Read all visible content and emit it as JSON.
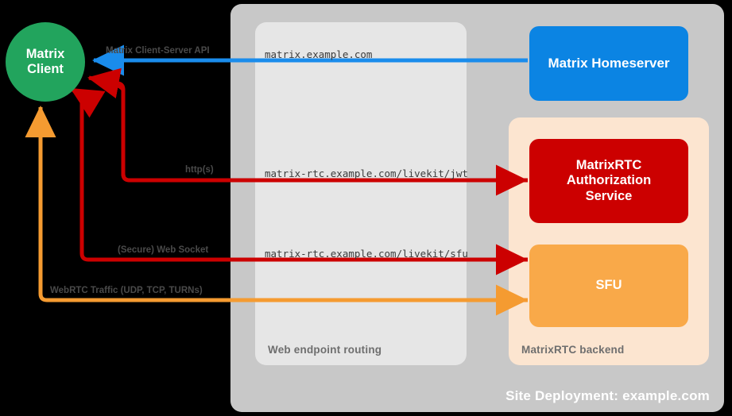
{
  "diagram": {
    "title": "Site Deployment: example.com",
    "background": "#000000"
  },
  "containers": {
    "site_deployment": {
      "label": "Site Deployment: example.com",
      "color": "#c8c8c8"
    },
    "web_endpoint_routing": {
      "label": "Web endpoint routing",
      "color": "#e6e6e6"
    },
    "matrixrtc_backend": {
      "label": "MatrixRTC backend",
      "color": "#fce5d0"
    }
  },
  "nodes": {
    "matrix_client": {
      "line1": "Matrix",
      "line2": "Client",
      "color": "#22a45d",
      "shape": "circle"
    },
    "matrix_homeserver": {
      "label": "Matrix Homeserver",
      "color": "#0b84e3",
      "shape": "rounded-rect"
    },
    "matrixrtc_authorization_service": {
      "line1": "MatrixRTC",
      "line2": "Authorization",
      "line3": "Service",
      "color": "#cc0000",
      "shape": "rounded-rect"
    },
    "sfu": {
      "label": "SFU",
      "color": "#f9a949",
      "shape": "rounded-rect"
    }
  },
  "edges": [
    {
      "id": "client-server-api",
      "protocol_label": "Matrix Client-Server API",
      "endpoint_label": "matrix.example.com",
      "color": "#1a8cec",
      "from": "matrix_client",
      "to": "matrix_homeserver"
    },
    {
      "id": "livekit-jwt",
      "protocol_label": "http(s)",
      "endpoint_label": "matrix-rtc.example.com/livekit/jwt",
      "color": "#cc0000",
      "from": "matrix_client",
      "to": "matrixrtc_authorization_service"
    },
    {
      "id": "livekit-sfu",
      "protocol_label": "(Secure) Web Socket",
      "endpoint_label": "matrix-rtc.example.com/livekit/sfu",
      "color": "#cc0000",
      "from": "matrix_client",
      "to": "sfu"
    },
    {
      "id": "webrtc-traffic",
      "protocol_label": "WebRTC Traffic (UDP, TCP, TURNs)",
      "endpoint_label": "",
      "color": "#f59b31",
      "from": "matrix_client",
      "to": "sfu"
    }
  ]
}
